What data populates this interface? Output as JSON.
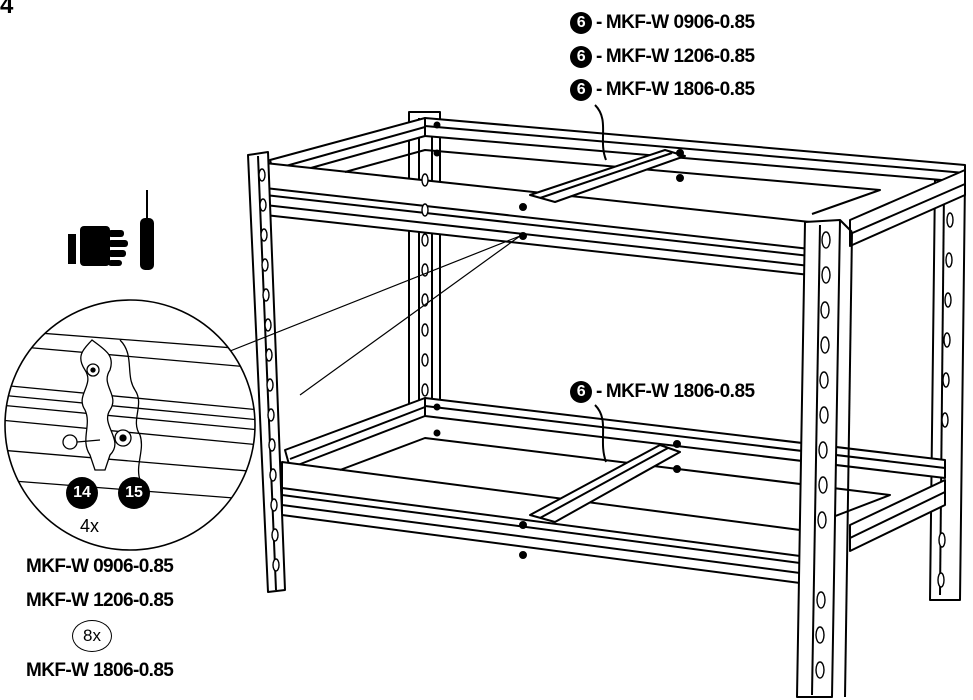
{
  "step": {
    "number": "4"
  },
  "top_shelf_callouts": [
    {
      "part": "6",
      "model": "MKF-W 0906-0.85"
    },
    {
      "part": "6",
      "model": "MKF-W 1206-0.85"
    },
    {
      "part": "6",
      "model": "MKF-W 1806-0.85"
    }
  ],
  "bottom_shelf_callout": {
    "part": "6",
    "model": "MKF-W 1806-0.85"
  },
  "tools": {
    "hand_icon": "hand-icon",
    "screwdriver_icon": "screwdriver-icon"
  },
  "detail": {
    "bolt_part": "14",
    "nut_part": "15",
    "quantity_a": "4x",
    "models_a": [
      "MKF-W 0906-0.85",
      "MKF-W 1206-0.85"
    ],
    "quantity_b": "8x",
    "models_b": [
      "MKF-W 1806-0.85"
    ]
  }
}
